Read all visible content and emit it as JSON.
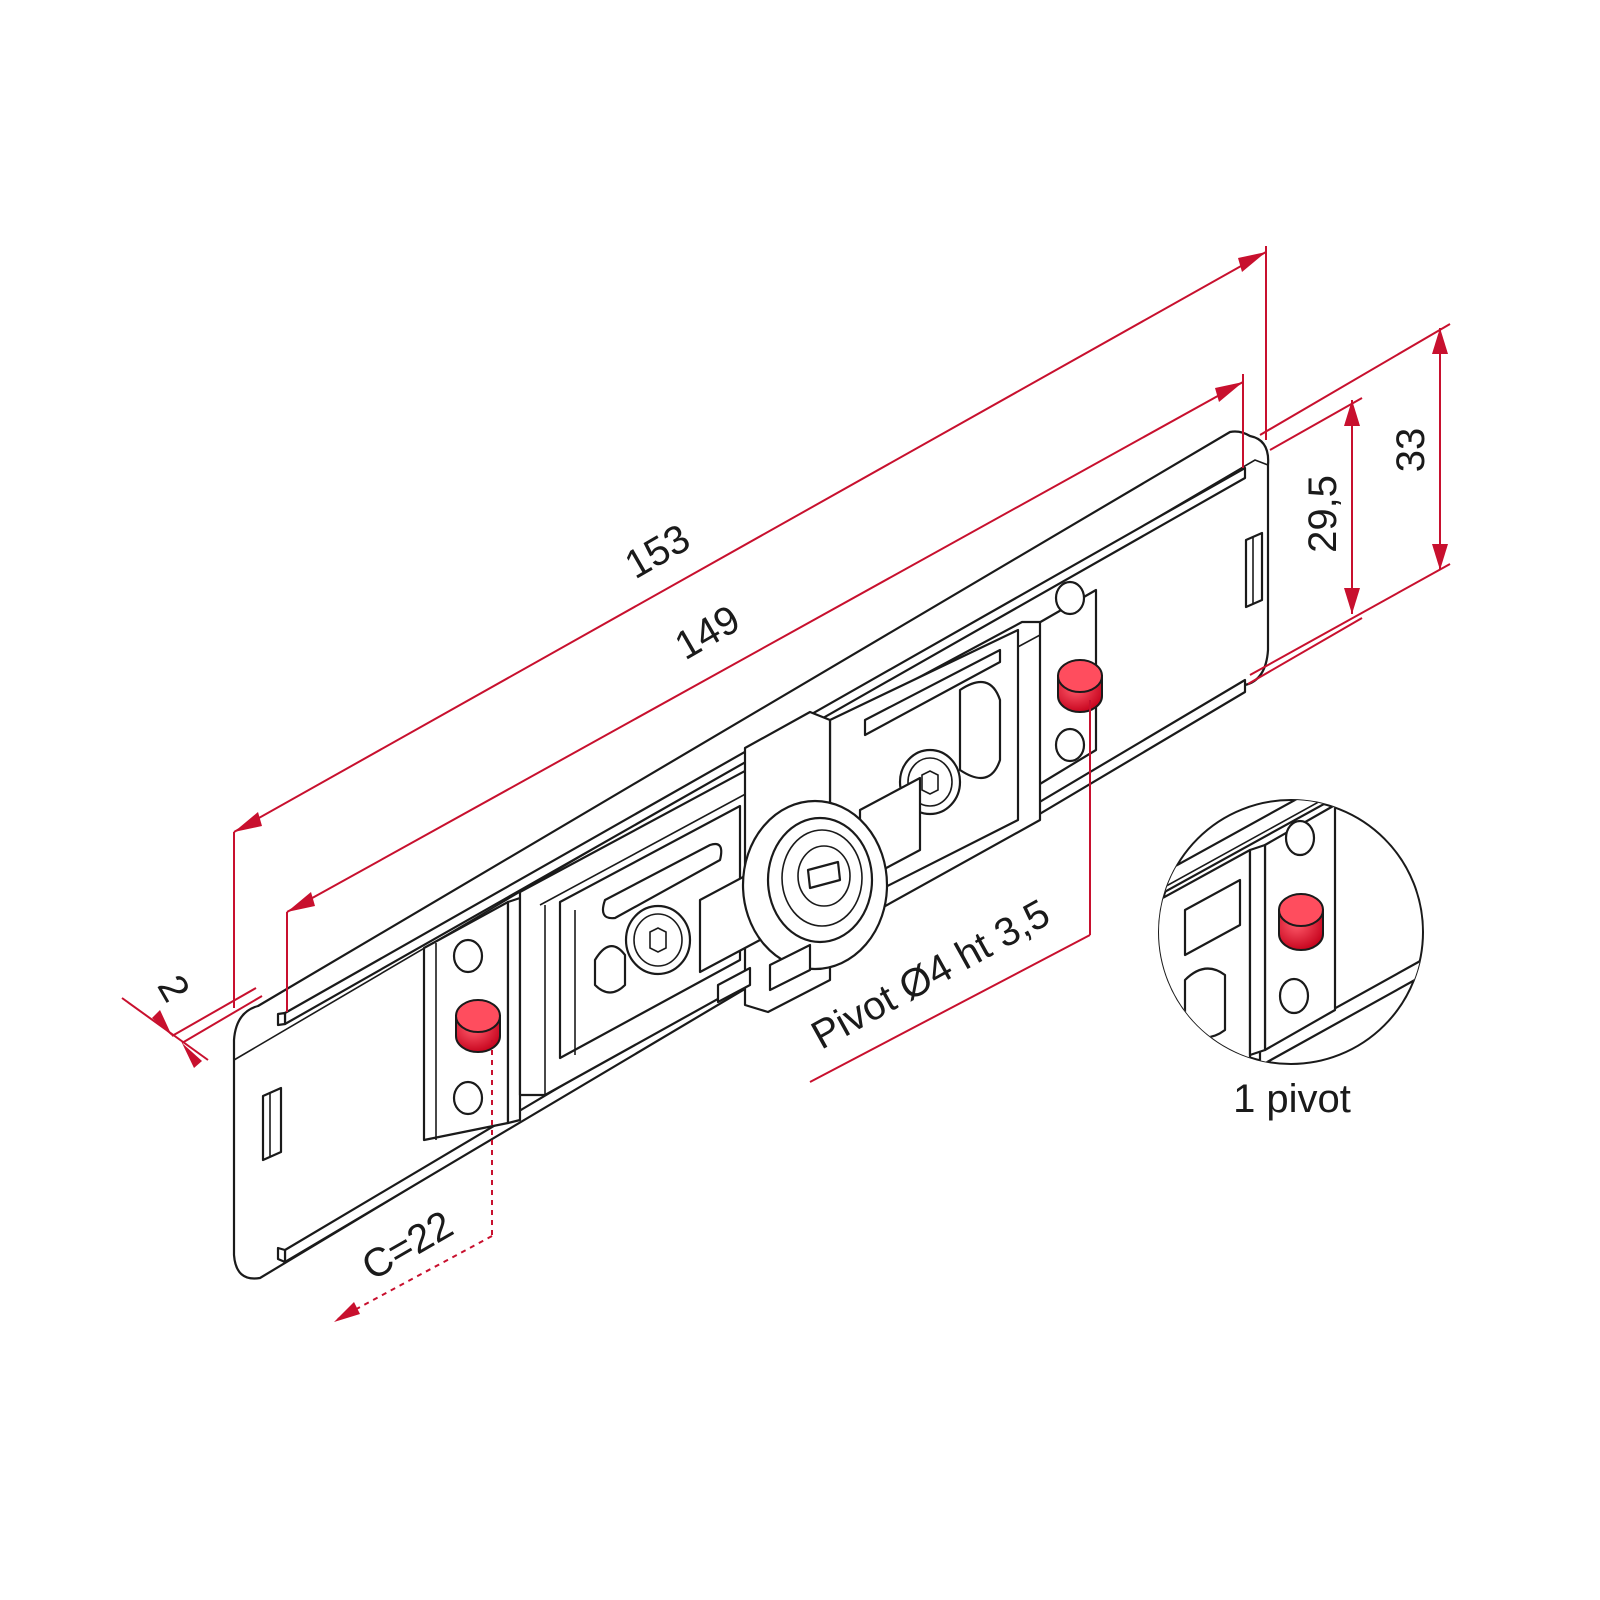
{
  "dimensions": {
    "length_overall": "153",
    "length_inner": "149",
    "thickness": "2",
    "height_inner": "29,5",
    "height_overall": "33",
    "pivot_spec": "Pivot Ø4 ht 3,5",
    "center_distance": "C=22"
  },
  "detail": {
    "label": "1 pivot"
  },
  "colors": {
    "dimension_line": "#c8102e",
    "pivot": "#e0102a",
    "outline": "#1a1a1a"
  }
}
